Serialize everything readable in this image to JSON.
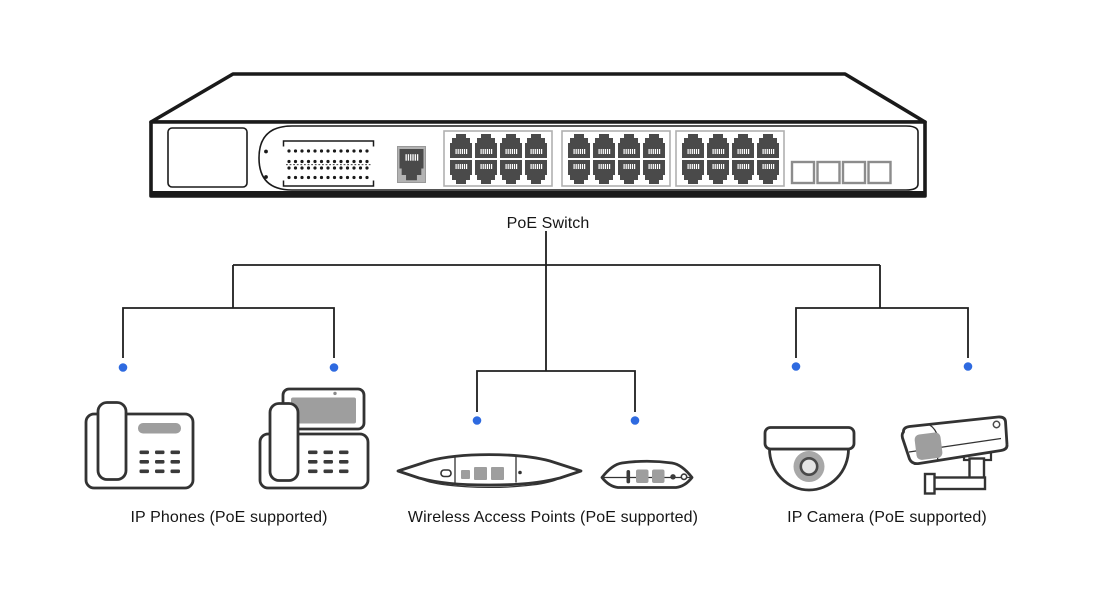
{
  "switch": {
    "label": "PoE Switch",
    "rj45_port_count": 24,
    "port_groups": 3,
    "ports_per_group": 8,
    "uplink_port_count": 4,
    "console_port_count": 1
  },
  "groups": [
    {
      "id": "ip-phones",
      "label": "IP Phones (PoE supported)",
      "device_count": 2
    },
    {
      "id": "wireless-access-points",
      "label": "Wireless Access Points (PoE supported)",
      "device_count": 2
    },
    {
      "id": "ip-cameras",
      "label": "IP Camera (PoE supported)",
      "device_count": 2
    }
  ],
  "colors": {
    "line": "#1f1f1f",
    "accent_dot": "#2e6ae0",
    "device_gray": "#9e9e9e",
    "port_dark": "#4a4a4a",
    "background": "#ffffff"
  }
}
